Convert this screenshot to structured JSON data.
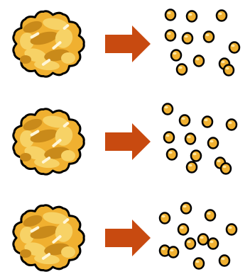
{
  "colors": {
    "background": "#ffffff",
    "cluster_fill": "#f0b030",
    "cluster_light": "#f7d266",
    "cluster_highlight": "#fff6d8",
    "cluster_shadow": "#c98a1a",
    "outline": "#000000",
    "arrow": "#c84a10",
    "particle_fill": "#f0b030",
    "particle_shine": "#fde7a0"
  },
  "rows": [
    {
      "cluster": "large-particle-cluster",
      "arrow": "right-arrow",
      "particles": "small-particles-group",
      "particle_count": 12
    },
    {
      "cluster": "large-particle-cluster",
      "arrow": "right-arrow",
      "particles": "small-particles-group",
      "particle_count": 12
    },
    {
      "cluster": "large-particle-cluster",
      "arrow": "right-arrow",
      "particles": "small-particles-group",
      "particle_count": 12
    }
  ]
}
